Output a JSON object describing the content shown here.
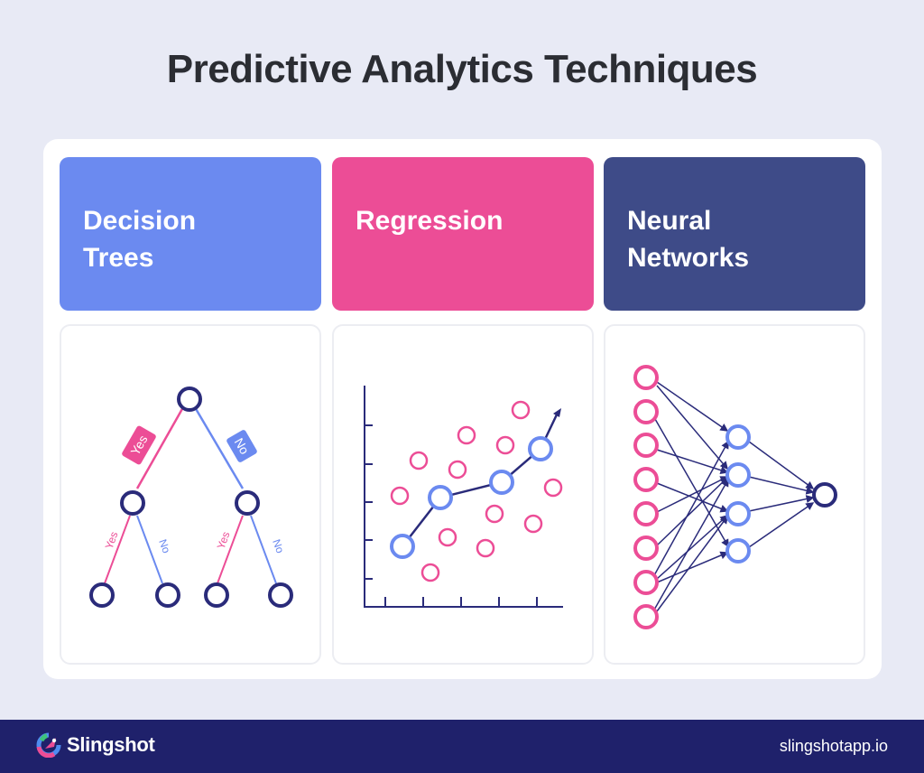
{
  "title": "Predictive Analytics Techniques",
  "colors": {
    "background": "#e8eaf5",
    "decision_trees": "#6b8af0",
    "regression": "#ec4d96",
    "neural_networks": "#3e4b88",
    "node_dark": "#2a2b7a",
    "footer": "#1f216b"
  },
  "techniques": [
    {
      "label": "Decision\nTrees",
      "diagram": {
        "type": "decision-tree",
        "edge_labels": {
          "root_left": "Yes",
          "root_right": "No",
          "left_left": "Yes",
          "left_right": "No",
          "right_left": "Yes",
          "right_right": "No"
        }
      }
    },
    {
      "label": "Regression",
      "diagram": {
        "type": "scatter-with-trend-line"
      }
    },
    {
      "label": "Neural\nNetworks",
      "diagram": {
        "type": "neural-network",
        "layers": [
          8,
          4,
          1
        ]
      }
    }
  ],
  "footer": {
    "brand": "Slingshot",
    "url": "slingshotapp.io"
  }
}
